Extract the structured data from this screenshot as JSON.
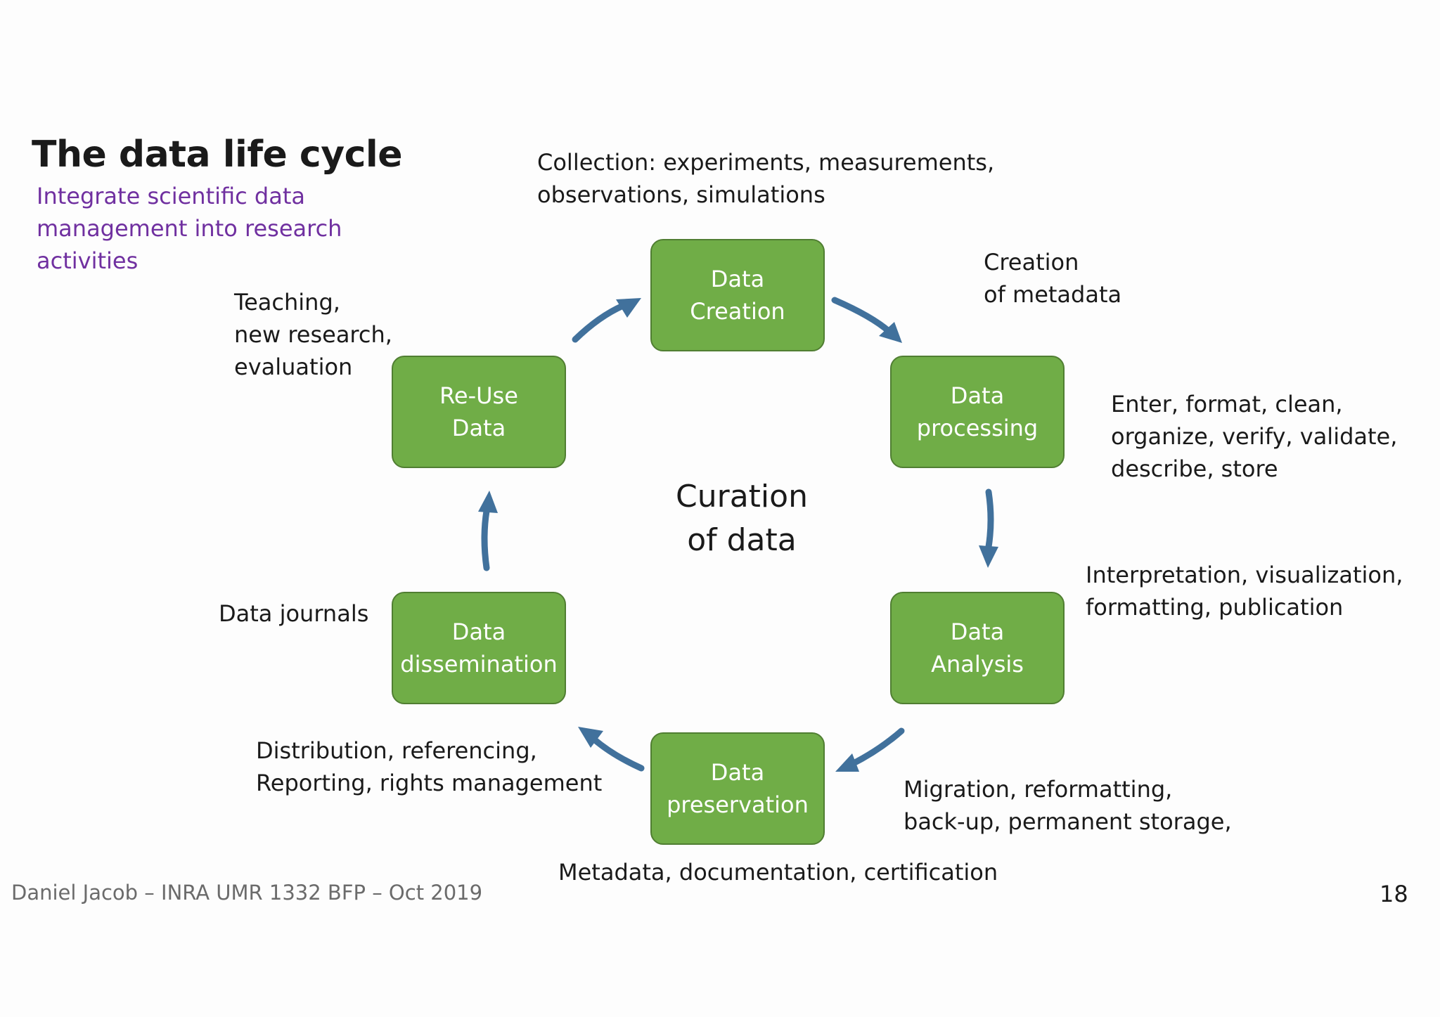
{
  "title": "The data life cycle",
  "subtitle": "Integrate scientific data management into research activities",
  "center": {
    "line1": "Curation",
    "line2": "of data"
  },
  "stages": [
    {
      "id": "creation",
      "line1": "Data",
      "line2": "Creation"
    },
    {
      "id": "processing",
      "line1": "Data",
      "line2": "processing"
    },
    {
      "id": "analysis",
      "line1": "Data",
      "line2": "Analysis"
    },
    {
      "id": "preservation",
      "line1": "Data",
      "line2": "preservation"
    },
    {
      "id": "dissemination",
      "line1": "Data",
      "line2": "dissemination"
    },
    {
      "id": "reuse",
      "line1": "Re-Use",
      "line2": "Data"
    }
  ],
  "notes": {
    "creation": [
      "Collection: experiments, measurements,",
      "observations, simulations"
    ],
    "metadata": [
      "Creation",
      "of metadata"
    ],
    "processing": [
      "Enter, format, clean,",
      "organize, verify, validate,",
      "describe, store"
    ],
    "analysis": [
      "Interpretation, visualization,",
      "formatting, publication"
    ],
    "preservation": [
      "Migration, reformatting,",
      "back-up, permanent storage,"
    ],
    "certification": [
      "Metadata, documentation, certification"
    ],
    "dissemination": [
      "Distribution, referencing,",
      "Reporting, rights management"
    ],
    "journals": [
      "Data journals"
    ],
    "reuse": [
      "Teaching,",
      "new research,",
      "evaluation"
    ]
  },
  "footer": "Daniel Jacob – INRA UMR 1332 BFP – Oct 2019",
  "page_number": "18",
  "colors": {
    "box_fill": "#70ad47",
    "box_border": "#507e32",
    "arrow": "#41719c",
    "subtitle": "#7030a0"
  }
}
